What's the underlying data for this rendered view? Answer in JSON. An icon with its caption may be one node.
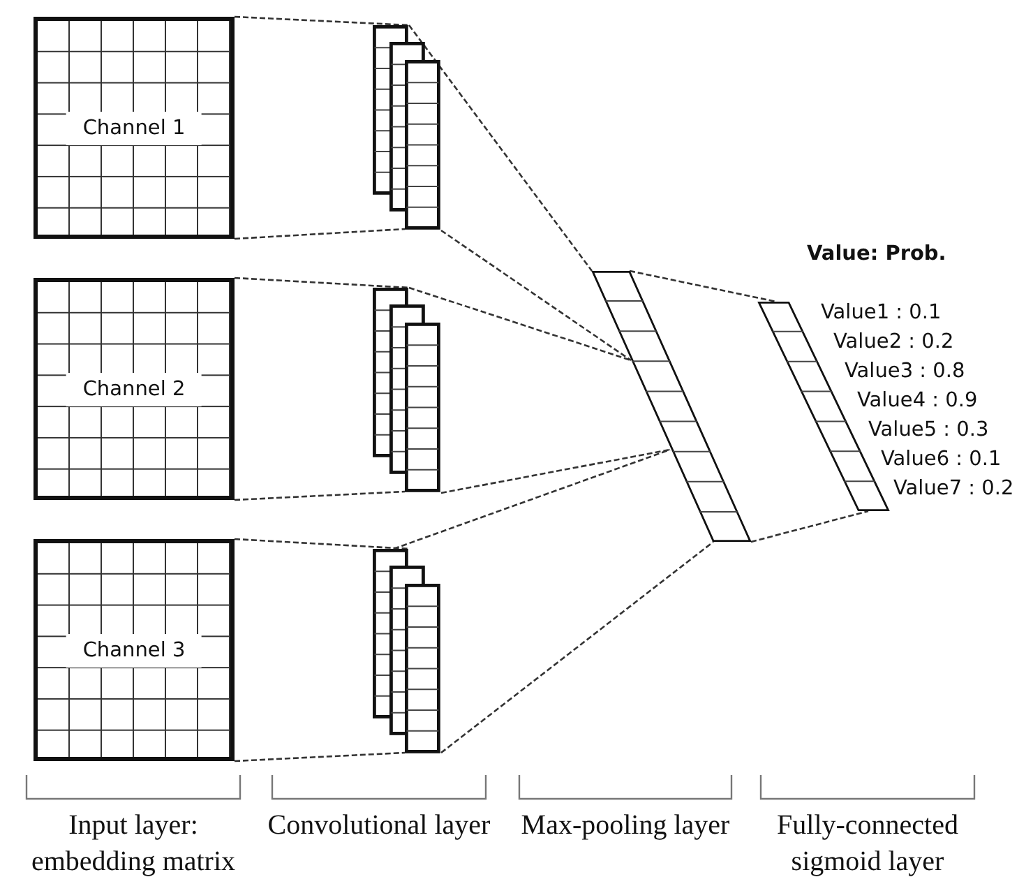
{
  "diagram": {
    "nodes": [
      {
        "text": [
          "Channel 1"
        ]
      },
      {
        "text": [
          "Channel 2"
        ]
      },
      {
        "text": [
          "Channel 3"
        ]
      },
      {
        "text": [],
        "shape": "box"
      },
      {
        "text": [],
        "shape": "box"
      },
      {
        "text": [],
        "shape": "box"
      },
      {
        "text": [],
        "shape": "bar"
      },
      {
        "text": [],
        "shape": "bar"
      }
    ],
    "edges": [
      {
        "from": 0,
        "to": 3,
        "arrow": "none",
        "style": "dashed"
      },
      {
        "from": 0,
        "to": 3,
        "arrow": "none",
        "style": "dashed"
      },
      {
        "from": 1,
        "to": 4,
        "arrow": "none",
        "style": "dashed"
      },
      {
        "from": 1,
        "to": 4,
        "arrow": "none",
        "style": "dashed"
      },
      {
        "from": 2,
        "to": 5,
        "arrow": "none",
        "style": "dashed"
      },
      {
        "from": 2,
        "to": 5,
        "arrow": "none",
        "style": "dashed"
      },
      {
        "from": 3,
        "to": 6,
        "arrow": "none",
        "style": "dashed"
      },
      {
        "from": 3,
        "to": 6,
        "arrow": "none",
        "style": "dashed"
      },
      {
        "from": 4,
        "to": 6,
        "arrow": "none",
        "style": "dashed"
      },
      {
        "from": 4,
        "to": 6,
        "arrow": "none",
        "style": "dashed"
      },
      {
        "from": 5,
        "to": 6,
        "arrow": "none",
        "style": "dashed"
      },
      {
        "from": 5,
        "to": 6,
        "arrow": "none",
        "style": "dashed"
      },
      {
        "from": 6,
        "to": 7,
        "arrow": "none",
        "style": "dashed"
      },
      {
        "from": 6,
        "to": 7,
        "arrow": "none",
        "style": "dashed"
      }
    ],
    "labels": [
      "Value: Prob.",
      "Value1 : 0.1",
      "Value2 : 0.2",
      "Value3 : 0.8",
      "Value4 : 0.9",
      "Value5 : 0.3",
      "Value6 : 0.1",
      "Value7 : 0.2",
      "Input layer: embedding matrix",
      "Convolutional layer",
      "Max-pooling layer",
      "Fully-connected sigmoid layer"
    ]
  }
}
